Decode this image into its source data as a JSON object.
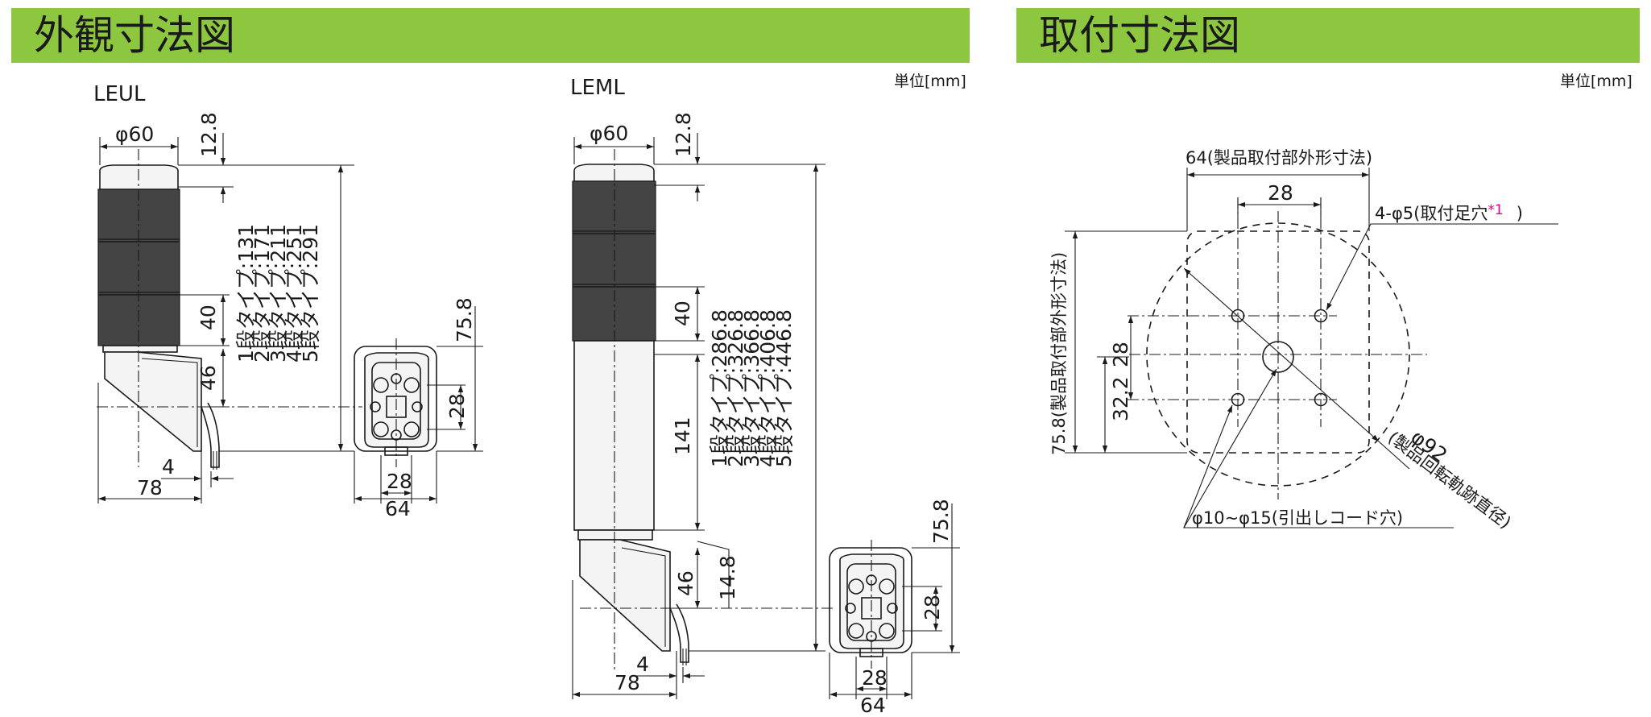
{
  "sections": {
    "left_title": "外観寸法図",
    "right_title": "取付寸法図",
    "unit_left": "単位[mm]",
    "unit_right": "単位[mm]"
  },
  "leul": {
    "model": "LEUL",
    "diameter": "φ60",
    "top_cap": "12.8",
    "tier_height": "40",
    "base_height": "46",
    "depth": "78",
    "offset": "4",
    "types": [
      "1段タイプ:131",
      "2段タイプ:171",
      "3段タイプ:211",
      "4段タイプ:251",
      "5段タイプ:291"
    ],
    "base_view": {
      "height": "75.8",
      "inner": "28",
      "width_inner": "28",
      "width": "64"
    }
  },
  "leml": {
    "model": "LEML",
    "diameter": "φ60",
    "top_cap": "12.8",
    "tier_height": "40",
    "pole_height": "141",
    "base_height": "46",
    "bracket": "14.8",
    "depth": "78",
    "offset": "4",
    "types": [
      "1段タイプ:286.8",
      "2段タイプ:326.8",
      "3段タイプ:366.8",
      "4段タイプ:406.8",
      "5段タイプ:446.8"
    ],
    "base_view": {
      "height": "75.8",
      "inner": "28",
      "width_inner": "28",
      "width": "64"
    }
  },
  "mount": {
    "outer_width": "64(製品取付部外形寸法)",
    "hole_pitch_x": "28",
    "holes": "4-φ5(取付足穴",
    "note_mark": "*1",
    "holes_close": ")",
    "outer_height": "75.8(製品取付部外形寸法)",
    "hole_pitch_y": "28",
    "center_offset": "32.2",
    "rotation_dia": "φ92",
    "rotation_note": "(製品回転軌跡直径)",
    "cord_hole": "φ10~φ15(引出しコード穴)"
  },
  "colors": {
    "header_bg": "#8dc63f",
    "note_mark": "#e6007e"
  }
}
